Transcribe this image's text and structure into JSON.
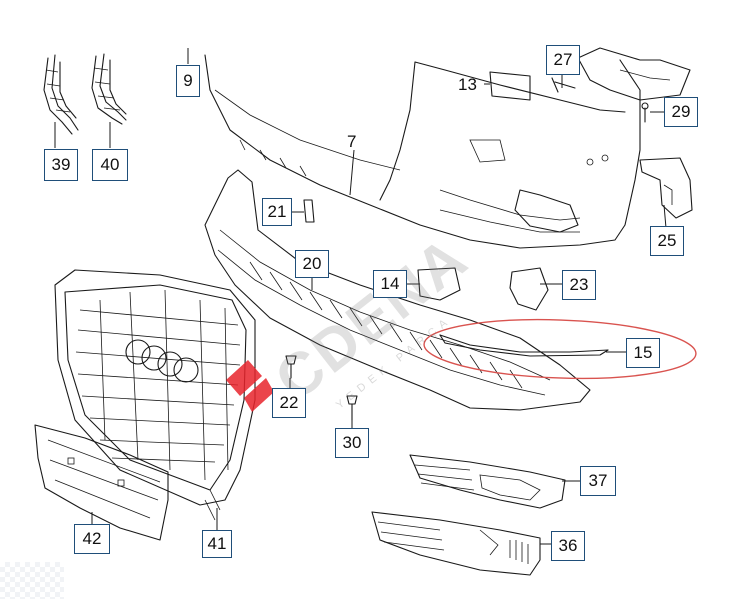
{
  "callouts": {
    "c39": "39",
    "c40": "40",
    "c9": "9",
    "c7": "7",
    "c13": "13",
    "c27": "27",
    "c29": "29",
    "c21": "21",
    "c25": "25",
    "c20": "20",
    "c14": "14",
    "c23": "23",
    "c15": "15",
    "c22": "22",
    "c30": "30",
    "c37": "37",
    "c42": "42",
    "c41": "41",
    "c36": "36"
  },
  "watermark": {
    "brand": "CDENA",
    "tagline": "YEDEK PARÇA"
  },
  "colors": {
    "callout_border": "#1f4e79",
    "highlight_ellipse": "#d9534f",
    "watermark_red": "#e8242c"
  }
}
